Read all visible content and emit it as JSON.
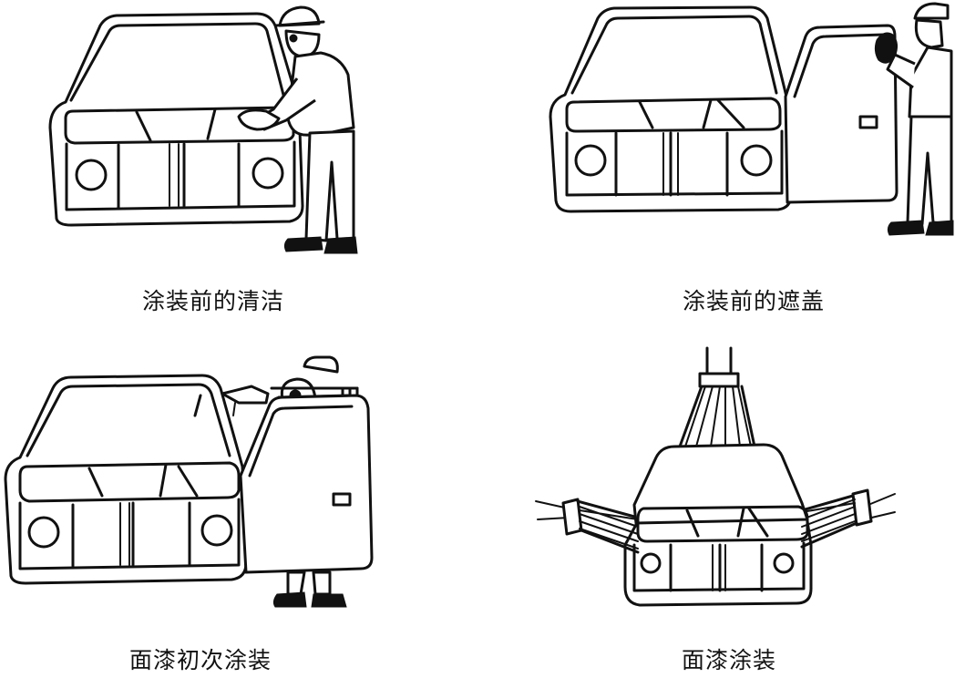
{
  "panels": [
    {
      "caption": "涂装前的清洁"
    },
    {
      "caption": "涂装前的遮盖"
    },
    {
      "caption": "面漆初次涂装"
    },
    {
      "caption": "面漆涂装"
    }
  ]
}
